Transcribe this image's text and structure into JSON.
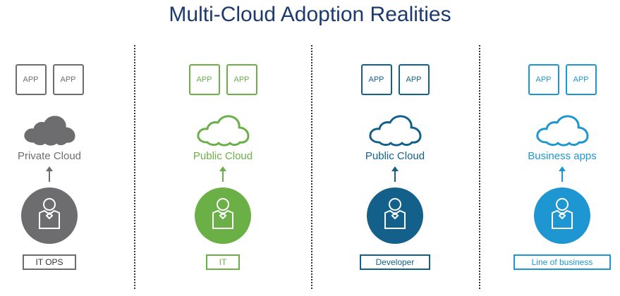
{
  "title": "Multi-Cloud Adoption Realities",
  "columns": [
    {
      "color": "#6d6d70",
      "apps": [
        "APP",
        "APP"
      ],
      "cloud_style": "filled",
      "cloud_label": "Private Cloud",
      "role": "IT OPS"
    },
    {
      "color": "#6ab046",
      "apps": [
        "APP",
        "APP"
      ],
      "cloud_style": "outline",
      "cloud_label": "Public Cloud",
      "role": "IT"
    },
    {
      "color": "#13618b",
      "apps": [
        "APP",
        "APP"
      ],
      "cloud_style": "outline",
      "cloud_label": "Public Cloud",
      "role": "Developer"
    },
    {
      "color": "#1e96d1",
      "apps": [
        "APP",
        "APP"
      ],
      "cloud_style": "outline",
      "cloud_label": "Business apps",
      "role": "Line of business"
    }
  ],
  "icons": {
    "app": "app-box",
    "cloud": "cloud-icon",
    "arrow": "arrow-up-icon",
    "person": "person-icon"
  }
}
